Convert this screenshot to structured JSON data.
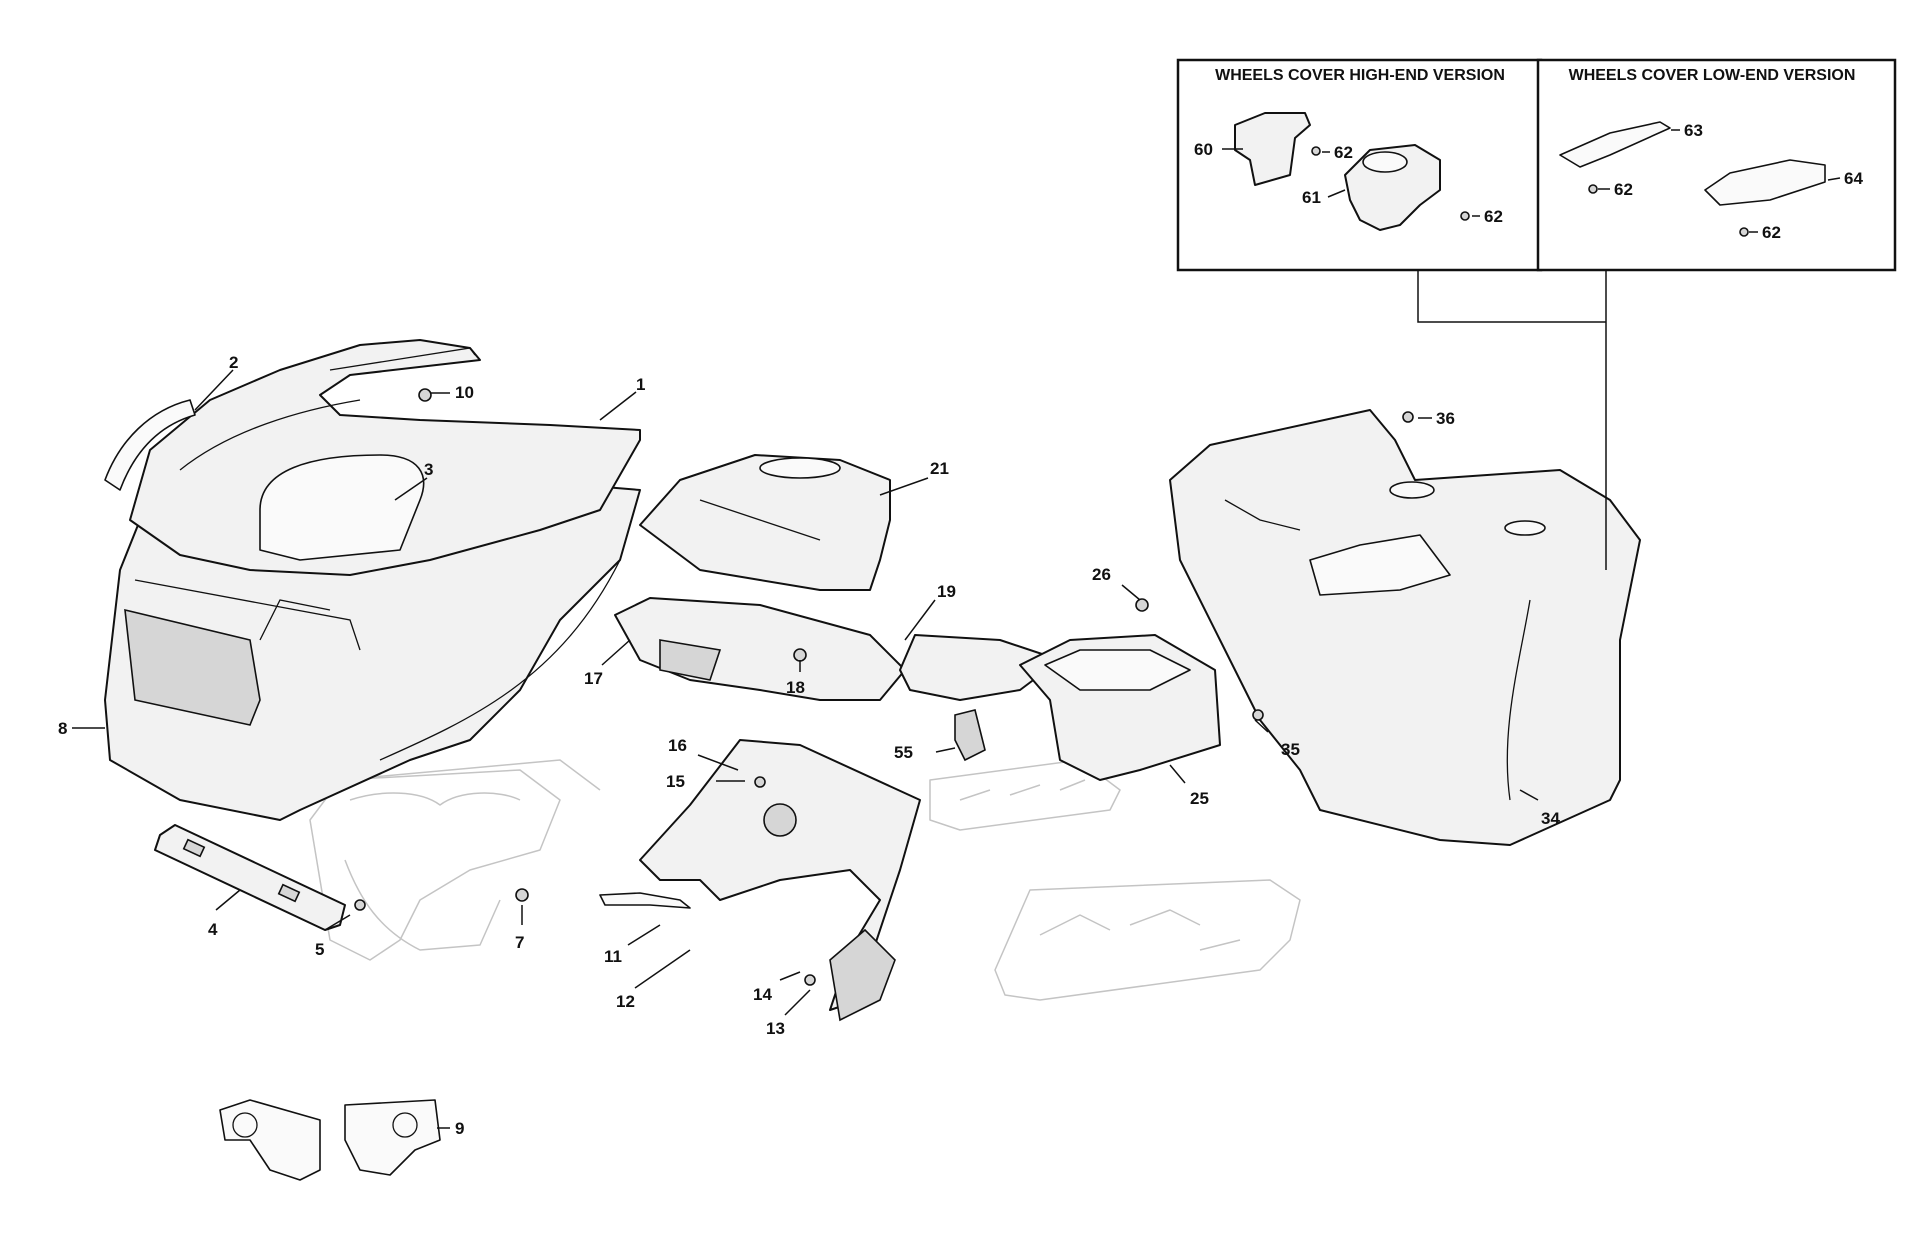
{
  "figure": {
    "boxes": [
      {
        "title": "WHEELS COVER HIGH-END VERSION"
      },
      {
        "title": "WHEELS COVER LOW-END VERSION"
      }
    ],
    "callouts": [
      "1",
      "2",
      "3",
      "4",
      "5",
      "7",
      "8",
      "9",
      "10",
      "11",
      "12",
      "13",
      "14",
      "15",
      "16",
      "17",
      "18",
      "19",
      "21",
      "25",
      "26",
      "34",
      "35",
      "36",
      "55",
      "60",
      "61",
      "62",
      "62",
      "63",
      "62",
      "64",
      "62"
    ]
  }
}
